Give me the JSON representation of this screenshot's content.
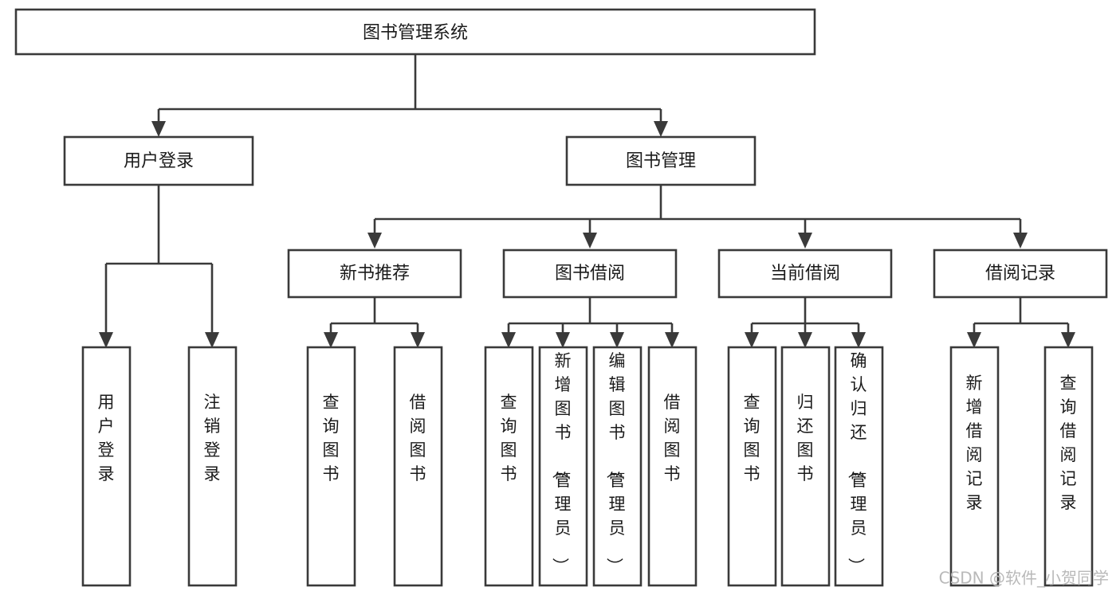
{
  "diagram": {
    "title": "图书管理系统",
    "type": "tree-hierarchy",
    "watermark": "CSDN @软件_小贺同学",
    "colors": {
      "box_stroke": "#3a3a3a",
      "box_fill": "#ffffff",
      "text": "#1b1b1b",
      "connector": "#3a3a3a",
      "watermark": "#b9b9b9",
      "background": "#ffffff"
    },
    "root": {
      "label": "图书管理系统"
    },
    "level2": [
      {
        "label": "用户登录"
      },
      {
        "label": "图书管理"
      }
    ],
    "level3": [
      {
        "label": "新书推荐"
      },
      {
        "label": "图书借阅"
      },
      {
        "label": "当前借阅"
      },
      {
        "label": "借阅记录"
      }
    ],
    "leaves": {
      "user_login": [
        {
          "label": "用户登录"
        },
        {
          "label": "注销登录"
        }
      ],
      "new_book_recommend": [
        {
          "label": "查询图书"
        },
        {
          "label": "借阅图书"
        }
      ],
      "book_borrow": [
        {
          "label": "查询图书"
        },
        {
          "label": "新增图书（管理员）"
        },
        {
          "label": "编辑图书（管理员）"
        },
        {
          "label": "借阅图书"
        }
      ],
      "current_borrow": [
        {
          "label": "查询图书"
        },
        {
          "label": "归还图书"
        },
        {
          "label": "确认归还（管理员）"
        }
      ],
      "borrow_record": [
        {
          "label": "新增借阅记录"
        },
        {
          "label": "查询借阅记录"
        }
      ]
    }
  }
}
